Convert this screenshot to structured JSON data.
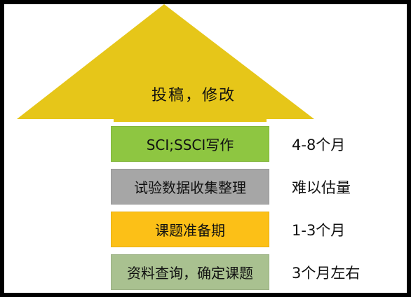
{
  "arrow": {
    "label": "投稿，修改",
    "color": "#e6c619"
  },
  "stages": [
    {
      "label": "SCI;SSCI写作",
      "duration": "4-8个月",
      "color": "#8ec641"
    },
    {
      "label": "试验数据收集整理",
      "duration": "难以估量",
      "color": "#a6a6a6"
    },
    {
      "label": "课题准备期",
      "duration": "1-3个月",
      "color": "#fcc017"
    },
    {
      "label": "资料查询，确定课题",
      "duration": "3个月左右",
      "color": "#a9c190"
    }
  ]
}
